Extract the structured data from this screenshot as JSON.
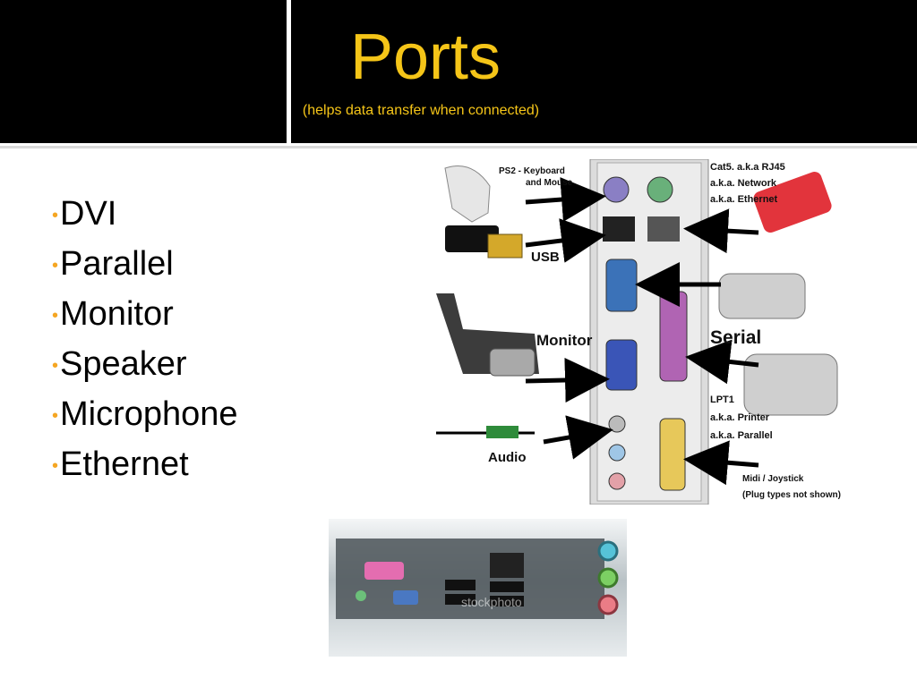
{
  "slide": {
    "title": "Ports",
    "subtitle": "(helps data transfer when connected)",
    "bullets": [
      "DVI",
      "Parallel",
      "Monitor",
      "Speaker",
      "Microphone",
      "Ethernet"
    ]
  },
  "diagram": {
    "labels": {
      "ps2": "PS2 - Keyboard",
      "ps2_2": "and Mouse",
      "usb": "USB",
      "monitor": "Monitor",
      "audio": "Audio",
      "cat5": "Cat5. a.k.a RJ45",
      "network": "a.k.a. Network",
      "ethernet": "a.k.a. Ethernet",
      "serial": "Serial",
      "lpt1": "LPT1",
      "printer": "a.k.a.  Printer",
      "parallel": "a.k.a.  Parallel",
      "midi": "Midi / Joystick",
      "plug_note": "(Plug types not shown)"
    }
  },
  "photo": {
    "watermark": "stockphoto"
  },
  "colors": {
    "accent": "#f5c518",
    "bullet": "#f5a623",
    "header_bg": "#000000"
  }
}
